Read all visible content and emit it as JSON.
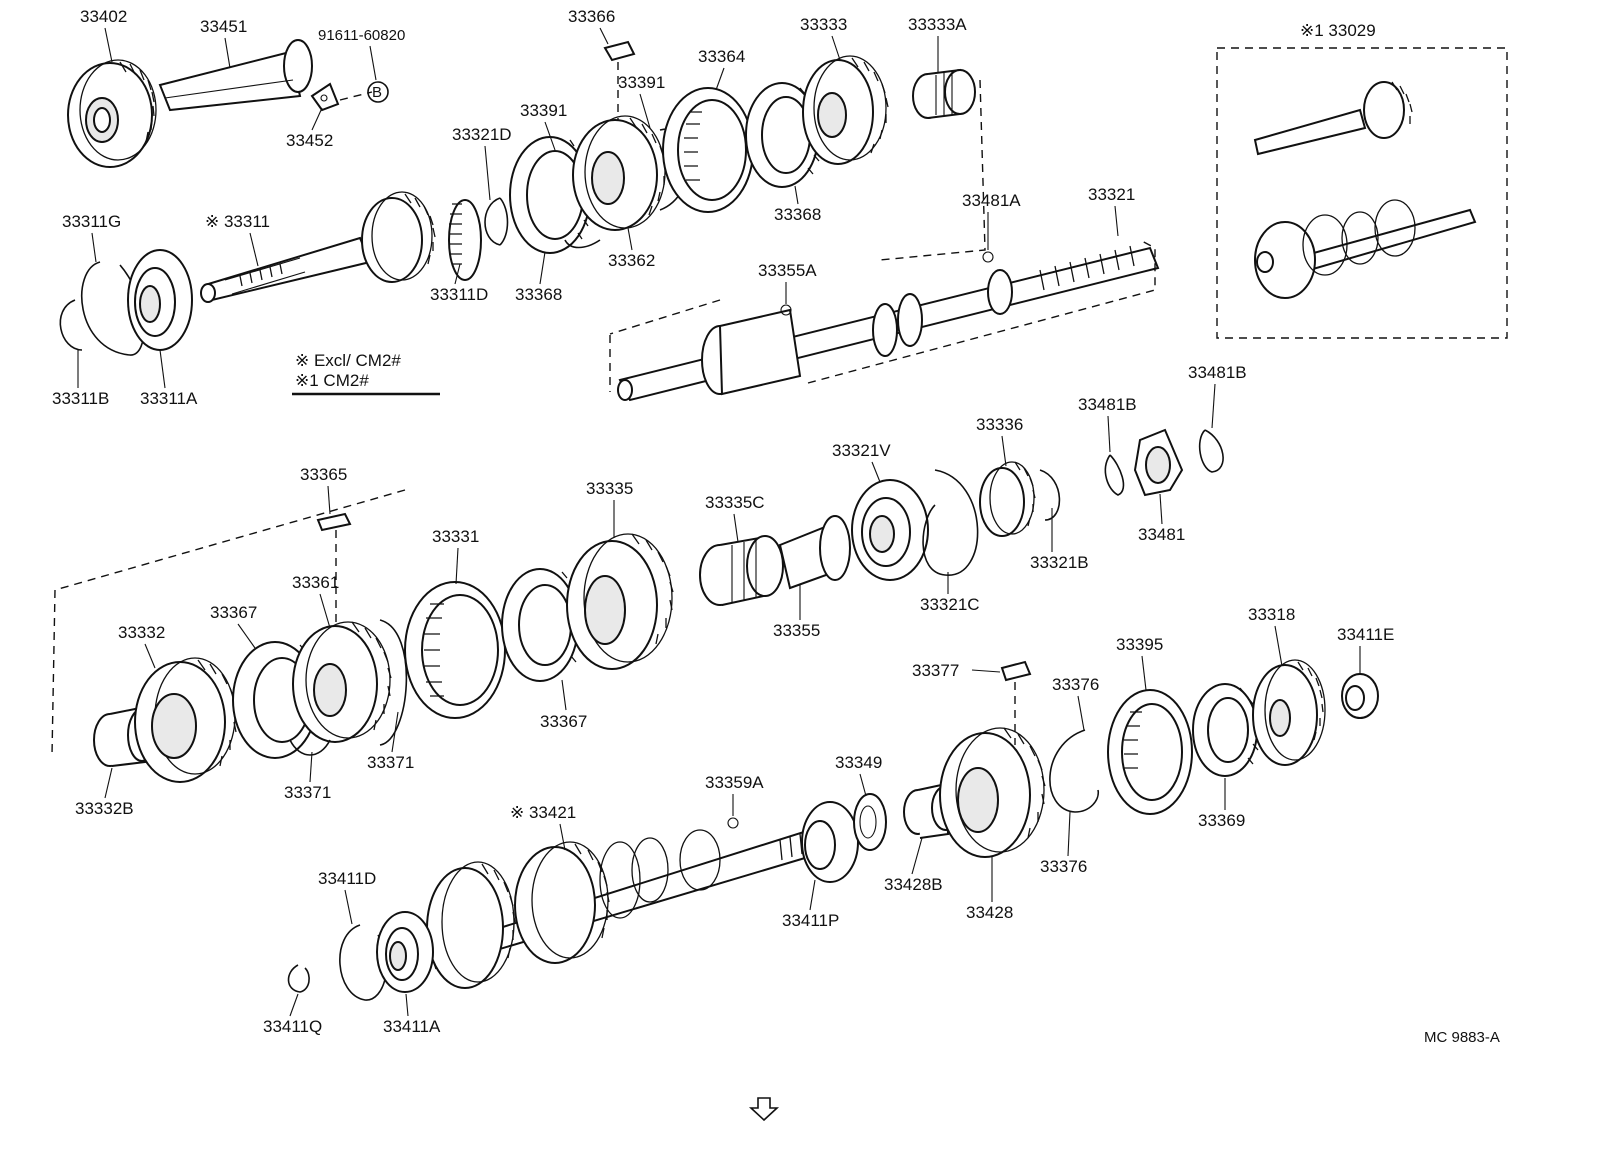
{
  "diagram": {
    "catalog_code": "MC 9883-A",
    "legend": {
      "line1": "※  Excl/ CM2#",
      "line2": "※1 CM2#"
    },
    "kit_group_label": "※1 33029",
    "labels": {
      "p33402": "33402",
      "p33451": "33451",
      "p9161160820": "91611-60820",
      "p33452": "33452",
      "pB": "B",
      "p33366": "33366",
      "p33364": "33364",
      "p33333": "33333",
      "p33333A": "33333A",
      "p33391a": "33391",
      "p33391b": "33391",
      "p33321D": "33321D",
      "p33311G": "33311G",
      "p33311": "※ 33311",
      "p33311D": "33311D",
      "p33368a": "33368",
      "p33362": "33362",
      "p33368b": "33368",
      "p33481A": "33481A",
      "p33321": "33321",
      "p33355A": "33355A",
      "p33311B": "33311B",
      "p33311A": "33311A",
      "p33481Ba": "33481B",
      "p33481Bb": "33481B",
      "p33336": "33336",
      "p33321V": "33321V",
      "p33365": "33365",
      "p33335": "33335",
      "p33335C": "33335C",
      "p33481": "33481",
      "p33331": "33331",
      "p33321B": "33321B",
      "p33361": "33361",
      "p33321C": "33321C",
      "p33332": "33332",
      "p33367a": "33367",
      "p33355": "33355",
      "p33318": "33318",
      "p33411E": "33411E",
      "p33395": "33395",
      "p33377": "33377",
      "p33376a": "33376",
      "p33367b": "33367",
      "p33371a": "33371",
      "p33359A": "33359A",
      "p33349": "33349",
      "p33371b": "33371",
      "p33332B": "33332B",
      "p33421": "※ 33421",
      "p33369": "33369",
      "p33428B": "33428B",
      "p33376b": "33376",
      "p33411D": "33411D",
      "p33411P": "33411P",
      "p33428": "33428",
      "p33411Q": "33411Q",
      "p33411A": "33411A"
    }
  }
}
